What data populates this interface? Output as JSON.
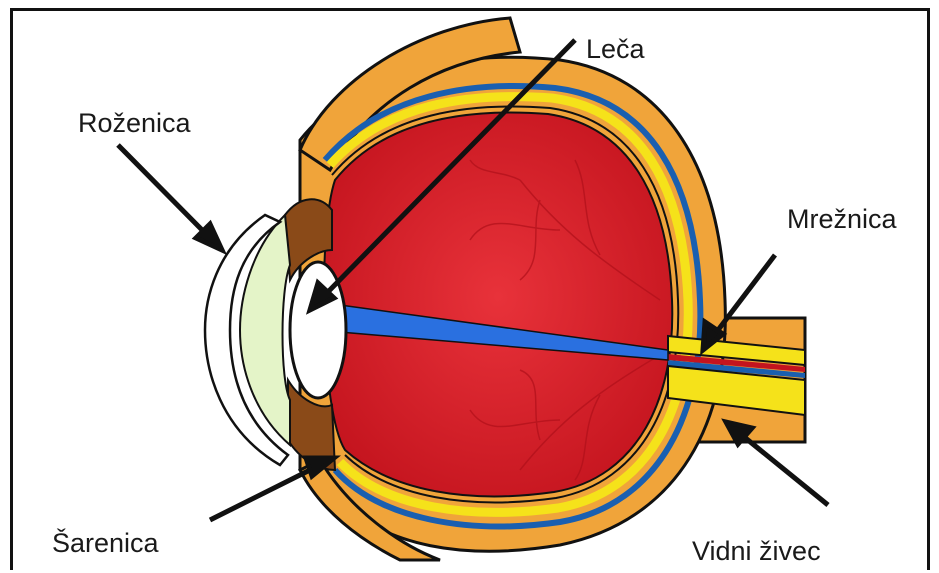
{
  "diagram": {
    "labels": {
      "cornea": "Roženica",
      "lens": "Leča",
      "retina": "Mrežnica",
      "iris": "Šarenica",
      "optic_nerve": "Vidni živec"
    }
  },
  "colors": {
    "vitreous": "#d8202a",
    "sclera": "#f0a43a",
    "retina_layer": "#f5e21a",
    "choroid": "#1a5fb0",
    "optic_axis": "#2a70e0",
    "iris": "#8a4a18",
    "lens": "#ffffff",
    "cornea_fill": "#e4f4c8",
    "outline": "#111111"
  }
}
